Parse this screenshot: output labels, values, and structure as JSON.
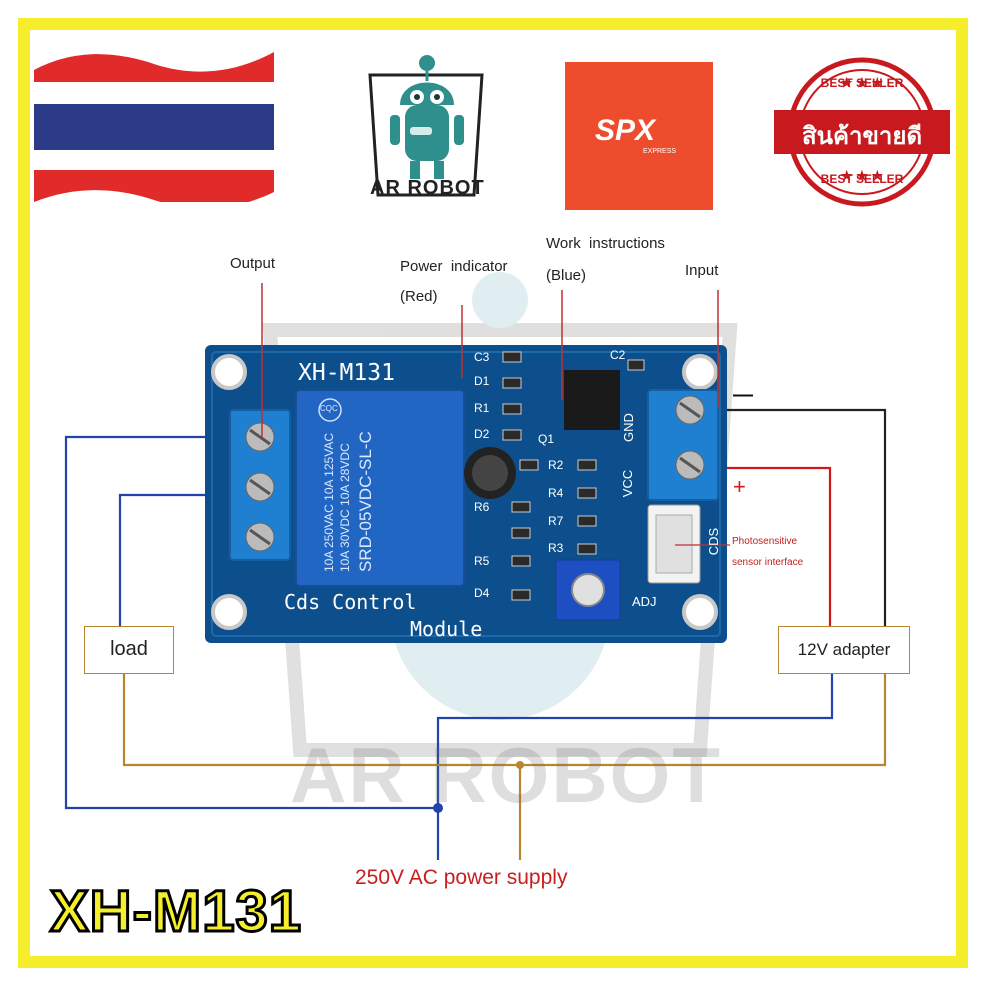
{
  "brand": {
    "logo_text": "AR ROBOT",
    "watermark_text": "AR ROBOT",
    "shipping_logo_text": "SPX",
    "shipping_logo_sub": "EXPRESS",
    "seal_top": "BEST SELLER",
    "seal_center": "สินค้าขายดี",
    "seal_bottom": "BEST SELLER"
  },
  "product_title": "XH-M131",
  "board": {
    "name": "XH-M131",
    "footer_line1": "Cds Control",
    "footer_line2": "Module",
    "relay_lines": [
      "10A 250VAC  10A 125VAC",
      "10A 30VDC  10A 28VDC",
      "SRD-05VDC-SL-C"
    ],
    "relay_badge": "CQC",
    "components": [
      "C3",
      "D1",
      "R1",
      "D2",
      "Q1",
      "R2",
      "R4",
      "R6",
      "R7",
      "R5",
      "R3",
      "D4",
      "C2"
    ],
    "pins": [
      "GND",
      "VCC",
      "CDS",
      "ADJ"
    ]
  },
  "labels": {
    "output": "Output",
    "power_indicator": "Power  indicator",
    "power_indicator_color": "(Red)",
    "work_instructions": "Work  instructions",
    "work_instructions_color": "(Blue)",
    "input": "Input",
    "minus": "—",
    "plus": "+",
    "sensor_line1": "Photosensitive",
    "sensor_line2": "sensor interface",
    "load": "load",
    "adapter": "12V adapter",
    "supply": "250V AC power supply"
  },
  "colors": {
    "frame": "#f4ee2c",
    "pcb": "#0c4f8c",
    "relay": "#2266c4",
    "wire_blue": "#2244aa",
    "wire_brown": "#b8862f",
    "wire_red": "#d01818",
    "wire_black": "#222222",
    "title": "#f4ee2c"
  }
}
